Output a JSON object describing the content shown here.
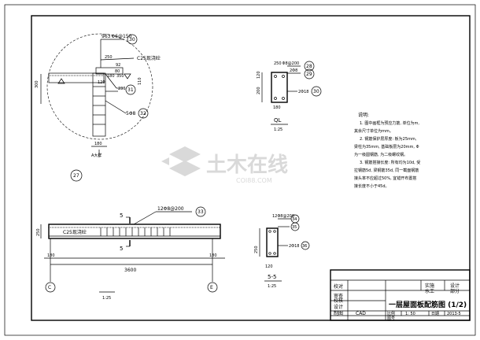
{
  "detail_circle": {
    "rebar_top": "Φ6@150",
    "rebar_top_mark": "963",
    "rebar_top_num": "30",
    "concrete": "C25现浇砼",
    "dim_250": "250",
    "dim_92": "92",
    "dim_80": "80",
    "dim_180": "180",
    "dim_350": "350",
    "dim_120": "120",
    "dim_300": "300",
    "dim_110": "110",
    "bar2": "236",
    "bar2_num": "31",
    "bar3": "5Φ8",
    "bar3_num": "32",
    "axis_label": "A大样",
    "num": "27"
  },
  "ql_section": {
    "top": "2Φ8",
    "top_prefix": "250",
    "stirrup": "Φ8@200",
    "stirrup_num": "28",
    "mid": "2Φ8",
    "mid_num": "29",
    "side": "2Φ18",
    "side_num": "30",
    "dim_200": "200",
    "dim_120": "120",
    "dim_180": "180",
    "title": "QL",
    "scale": "1:25"
  },
  "notes": {
    "heading": "说明:",
    "lines": [
      "1. 图中画框为预应力筋, 单位为m,",
      "其余尺寸单位为mm。",
      "2. 钢筋保护层厚度: 板为25mm,",
      "梁柱为35mm, 基础板层为20mm, Φ",
      "为一级圆钢筋, 为二级螺纹钢。",
      "3. 钢筋搭接长度: 所有均为10d, 受",
      "拉钢筋5d, 梁钢筋35d, 同一截面钢筋",
      "接头率不应超过50%, 宜错开布置搭",
      "接长度不小于45d。"
    ]
  },
  "beam": {
    "top_rebar": "12Φ8@200",
    "top_rebar_num": "33",
    "concrete": "C25现浇砼",
    "cut_label": "5",
    "dim_250": "250",
    "dim_180": "180",
    "span": "3600",
    "axis_left": "C",
    "axis_right": "E",
    "scale": "1:25"
  },
  "section55": {
    "top": "12Φ8@200",
    "top_num": "34",
    "mid_num": "35",
    "side": "2Φ18",
    "side_num": "36",
    "dim_250": "250",
    "dim_120": "120",
    "title": "5-5",
    "scale": "1:25"
  },
  "title_block": {
    "row1_left": "校对",
    "row2_left": "审查",
    "row3_left": "校核",
    "row4_left": "设计",
    "row5_left": "制图",
    "row5_val": "CAD",
    "top_right_a": "实施",
    "top_right_b": "设计",
    "second_right_a": "水工",
    "second_right_b": "部分",
    "drawing_title": "一层屋面板配筋图 (1/2)",
    "scale_label": "比例",
    "scale_val": "1: 50",
    "date_label": "日期",
    "date_val": "2013-5",
    "drawing_no_label": "图号"
  },
  "watermark": {
    "text": "土木在线",
    "sub": "COI88.COM"
  }
}
